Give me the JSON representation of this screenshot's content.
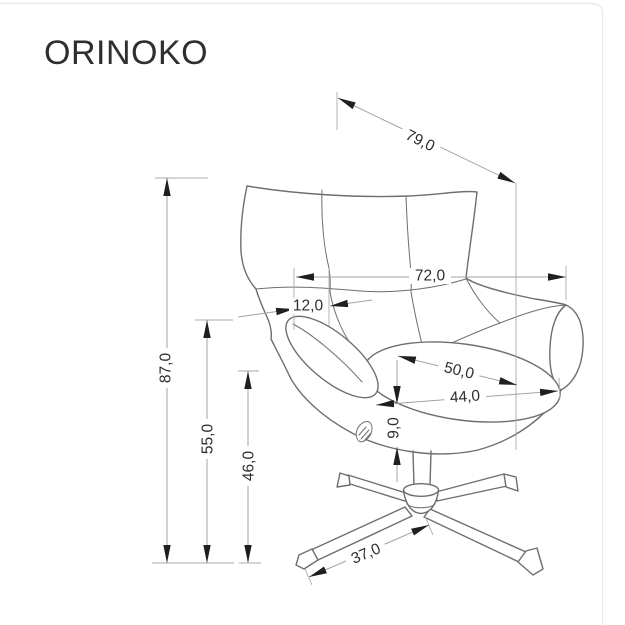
{
  "title": "ORINOKO",
  "diagram": {
    "dimensions": {
      "diagonal_depth": "79,0",
      "overall_width": "72,0",
      "wing_side_depth": "12,0",
      "seat_depth": "50,0",
      "seat_width": "44,0",
      "seat_edge_thickness": "9,0",
      "total_height": "87,0",
      "armrest_height": "55,0",
      "seat_height": "46,0",
      "base_leg_length": "37,0"
    },
    "colors": {
      "chair_line": "#6d6e71",
      "dimension_line": "#a3a3a3",
      "arrow": "#1f1f1f",
      "text": "#2e2e2e",
      "background": "#ffffff",
      "card_border": "#e8e8e8"
    }
  }
}
